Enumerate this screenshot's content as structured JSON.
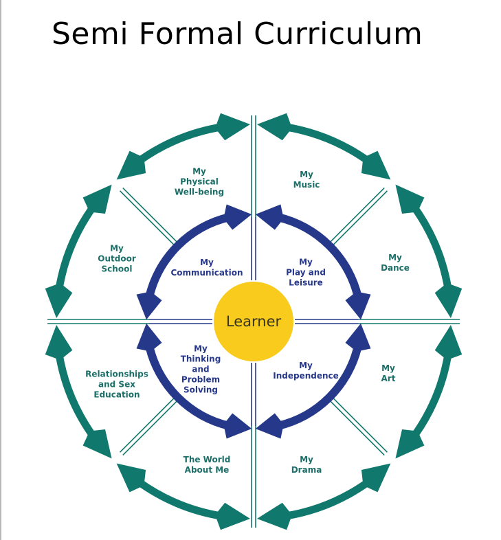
{
  "title": "Semi Formal Curriculum",
  "center_label": "Learner",
  "outer_areas": [
    {
      "label": "My\nPhysical\nWell-being"
    },
    {
      "label": "My\nMusic"
    },
    {
      "label": "My\nDance"
    },
    {
      "label": "My\nArt"
    },
    {
      "label": "My\nDrama"
    },
    {
      "label": "The World\nAbout Me"
    },
    {
      "label": "Relationships\nand Sex\nEducation"
    },
    {
      "label": "My\nOutdoor\nSchool"
    }
  ],
  "inner_areas": [
    {
      "label": "My\nCommunication"
    },
    {
      "label": "My\nPlay and\nLeisure"
    },
    {
      "label": "My\nIndependence"
    },
    {
      "label": "My\nThinking\nand\nProblem\nSolving"
    }
  ],
  "colors": {
    "outer": "#10786c",
    "inner": "#26388a",
    "center": "#f8cb1c",
    "outer_text": "#1c6f68",
    "inner_text": "#27388a"
  }
}
